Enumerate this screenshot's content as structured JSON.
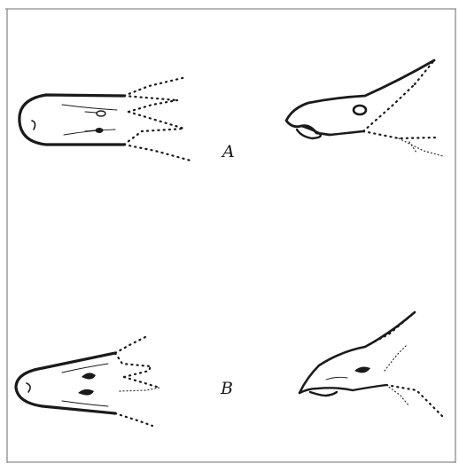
{
  "figure": {
    "panels": [
      {
        "id": "A",
        "label": "A"
      },
      {
        "id": "B",
        "label": "B"
      }
    ],
    "colors": {
      "ink": "#1a1a1a",
      "paper": "#ffffff",
      "frame": "#8a8a8a"
    }
  }
}
